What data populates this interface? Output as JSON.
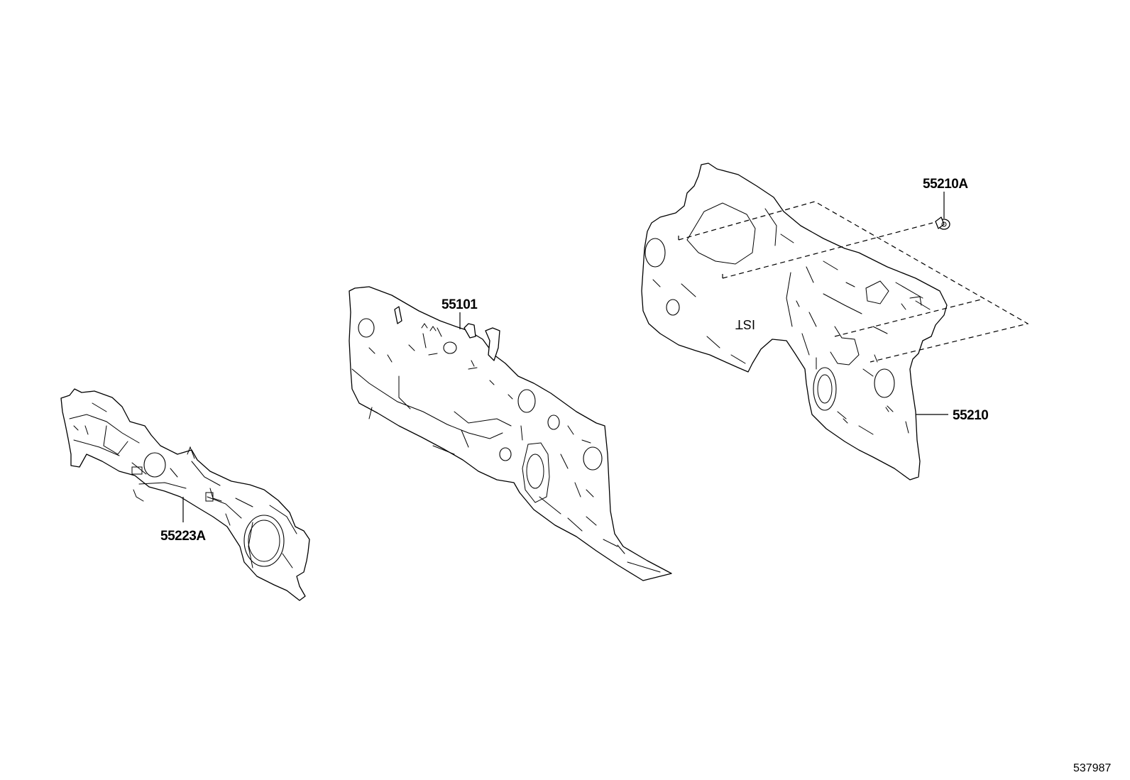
{
  "diagram": {
    "callouts": [
      {
        "id": "55223A",
        "text": "55223A"
      },
      {
        "id": "55101",
        "text": "55101"
      },
      {
        "id": "55210A",
        "text": "55210A"
      },
      {
        "id": "55210",
        "text": "55210"
      }
    ],
    "embossed_marking": "IST",
    "figure_reference": "537987"
  }
}
